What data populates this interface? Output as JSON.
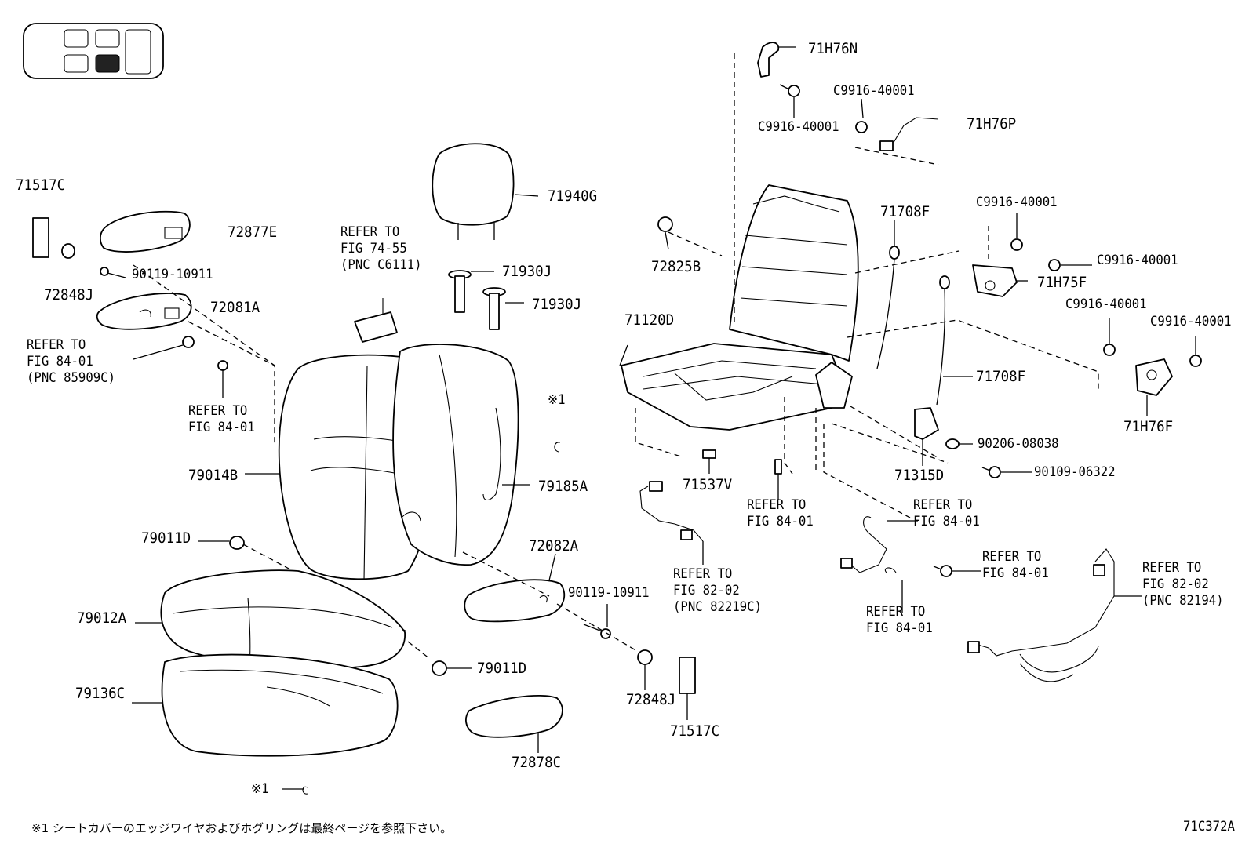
{
  "diagram": {
    "part_numbers": {
      "p71517c_top": "71517C",
      "p72877e": "72877E",
      "p72848j_top": "72848J",
      "p90119_top": "90119-10911",
      "p72081a": "72081A",
      "p79014b": "79014B",
      "p79011d_top": "79011D",
      "p79012a": "79012A",
      "p79136c": "79136C",
      "p79011d_bot": "79011D",
      "p71940g": "71940G",
      "p71930j_a": "71930J",
      "p71930j_b": "71930J",
      "p79185a": "79185A",
      "p72082a": "72082A",
      "p90119_bot": "90119-10911",
      "p72848j_bot": "72848J",
      "p71517c_bot": "71517C",
      "p72878c": "72878C",
      "p71537v": "71537V",
      "p71120d": "71120D",
      "p72825b": "72825B",
      "p71h76n": "71H76N",
      "pc9916_a": "C9916-40001",
      "pc9916_b": "C9916-40001",
      "p71h76p": "71H76P",
      "p71708f_a": "71708F",
      "p71708f_b": "71708F",
      "pc9916_c": "C9916-40001",
      "pc9916_d": "C9916-40001",
      "p71h75f": "71H75F",
      "pc9916_e": "C9916-40001",
      "pc9916_f": "C9916-40001",
      "p71h76f": "71H76F",
      "p71315d": "71315D",
      "p90206": "90206-08038",
      "p90109": "90109-06322",
      "mark1": "※1"
    },
    "references": {
      "r_fig7455": "REFER TO\nFIG 74-55\n(PNC C6111)",
      "r_fig8401_pnc": "REFER TO\nFIG 84-01\n(PNC 85909C)",
      "r_fig8401_a": "REFER TO\nFIG 84-01",
      "r_fig8401_b": "REFER TO\nFIG 84-01",
      "r_fig8401_c": "REFER TO\nFIG 84-01",
      "r_fig8401_d": "REFER TO\nFIG 84-01",
      "r_fig8401_e": "REFER TO\nFIG 84-01",
      "r_fig8202_a": "REFER TO\nFIG 82-02\n(PNC 82219C)",
      "r_fig8202_b": "REFER TO\nFIG 82-02\n(PNC 82194)"
    },
    "footnote_mark": "※1",
    "footnote": "※1 シートカバーのエッジワイヤおよびホグリングは最終ページを参照下さい。",
    "figure_code": "71C372A"
  }
}
